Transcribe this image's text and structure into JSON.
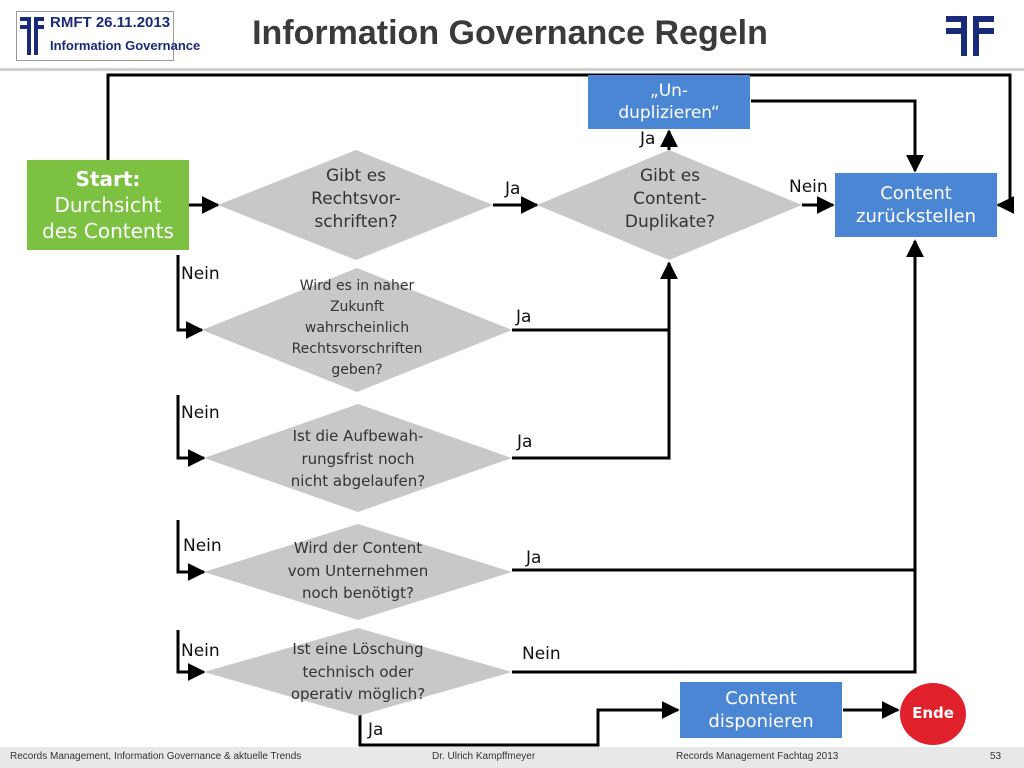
{
  "header": {
    "logo_line1": "RMFT 26.11.2013",
    "logo_line2": "Information  Governance",
    "title": "Information Governance Regeln"
  },
  "nodes": {
    "start": {
      "line1": "Start:",
      "line2": "Durchsicht",
      "line3": "des Contents"
    },
    "q_rechtsvorschriften": {
      "line1": "Gibt es",
      "line2": "Rechtsvor-",
      "line3": "schriften?"
    },
    "q_zukunft": {
      "line1": "Wird es in naher",
      "line2": "Zukunft",
      "line3": "wahrscheinlich",
      "line4": "Rechtsvorschriften",
      "line5": "geben?"
    },
    "q_aufbewahrung": {
      "line1": "Ist die Aufbewah-",
      "line2": "rungsfrist noch",
      "line3": "nicht abgelaufen?"
    },
    "q_benoetigt": {
      "line1": "Wird der Content",
      "line2": "vom Unternehmen",
      "line3": "noch benötigt?"
    },
    "q_loeschung": {
      "line1": "Ist eine Löschung",
      "line2": "technisch oder",
      "line3": "operativ möglich?"
    },
    "q_duplikate": {
      "line1": "Gibt es",
      "line2": "Content-",
      "line3": "Duplikate?"
    },
    "unduplizieren": {
      "line1": "„Un-",
      "line2": "duplizieren“"
    },
    "zurueckstellen": {
      "line1": "Content",
      "line2": "zurückstellen"
    },
    "disponieren": {
      "line1": "Content",
      "line2": "disponieren"
    },
    "ende": {
      "label": "Ende"
    }
  },
  "edge_labels": {
    "ja": "Ja",
    "nein": "Nein"
  },
  "colors": {
    "start_fill": "#7dc142",
    "box_fill": "#4a86d4",
    "diamond_fill": "#c8c8c8",
    "end_fill": "#e0202a",
    "line": "#000000"
  },
  "footer": {
    "left": "Records Management, Information Governance & aktuelle Trends",
    "center": "Dr. Ulrich Kampffmeyer",
    "right": "Records Management Fachtag 2013",
    "page": "53"
  }
}
